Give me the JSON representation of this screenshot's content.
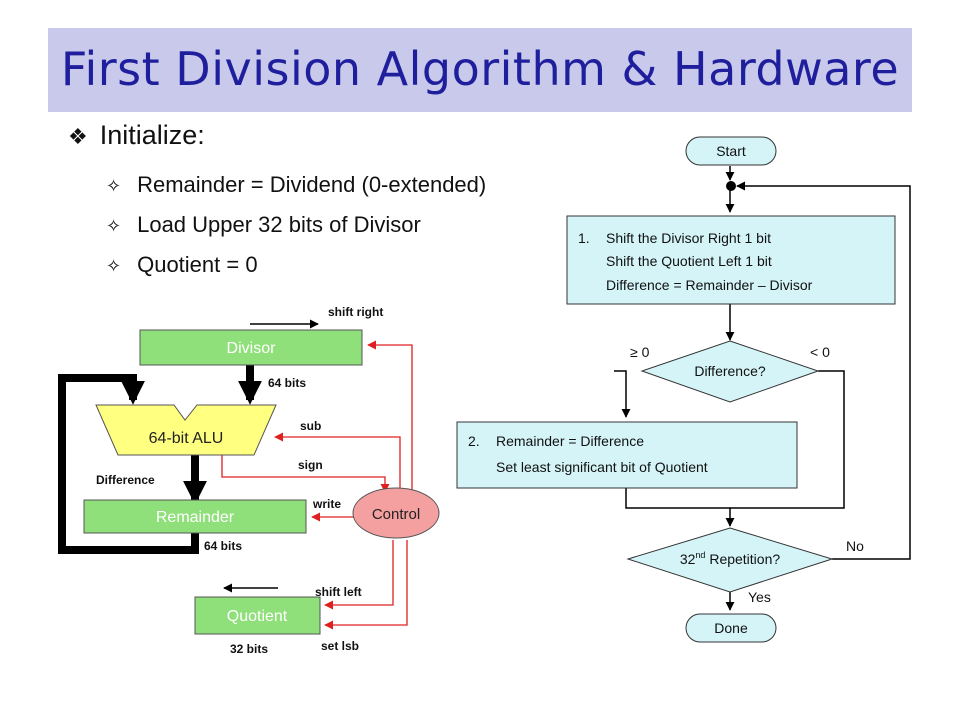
{
  "slide": {
    "title": "First Division Algorithm & Hardware",
    "bullet_main": "Initialize:",
    "bullet_main_marker": "❖",
    "sub_marker": "✧",
    "sub_bullets": [
      "Remainder = Dividend (0-extended)",
      "Load Upper 32 bits of Divisor",
      "Quotient = 0"
    ]
  },
  "hardware": {
    "divisor": "Divisor",
    "alu": "64-bit ALU",
    "remainder": "Remainder",
    "quotient": "Quotient",
    "control": "Control",
    "shift_right": "shift right",
    "divisor_bits": "64 bits",
    "sub": "sub",
    "sign": "sign",
    "difference": "Difference",
    "write": "write",
    "remainder_bits": "64 bits",
    "shift_left": "shift left",
    "quotient_bits": "32 bits",
    "set_lsb": "set lsb"
  },
  "flowchart": {
    "start": "Start",
    "step1_num": "1.",
    "step1_lines": [
      "Shift the Divisor Right 1 bit",
      "Shift the Quotient Left 1 bit",
      "Difference = Remainder – Divisor"
    ],
    "decision1": "Difference?",
    "ge0": "≥ 0",
    "lt0": "< 0",
    "step2_num": "2.",
    "step2_lines": [
      "Remainder = Difference",
      "Set least significant bit of Quotient"
    ],
    "decision2_pre": "32",
    "decision2_sup": "nd",
    "decision2_post": " Repetition?",
    "no": "No",
    "yes": "Yes",
    "done": "Done"
  },
  "colors": {
    "title_bg": "#c9c9ec",
    "title_text": "#1f1f9e",
    "register_fill": "#8fe07a",
    "alu_fill": "#ffff80",
    "control_fill": "#f4a0a0",
    "flow_fill": "#d4f4f8",
    "red_line": "#e02020"
  }
}
